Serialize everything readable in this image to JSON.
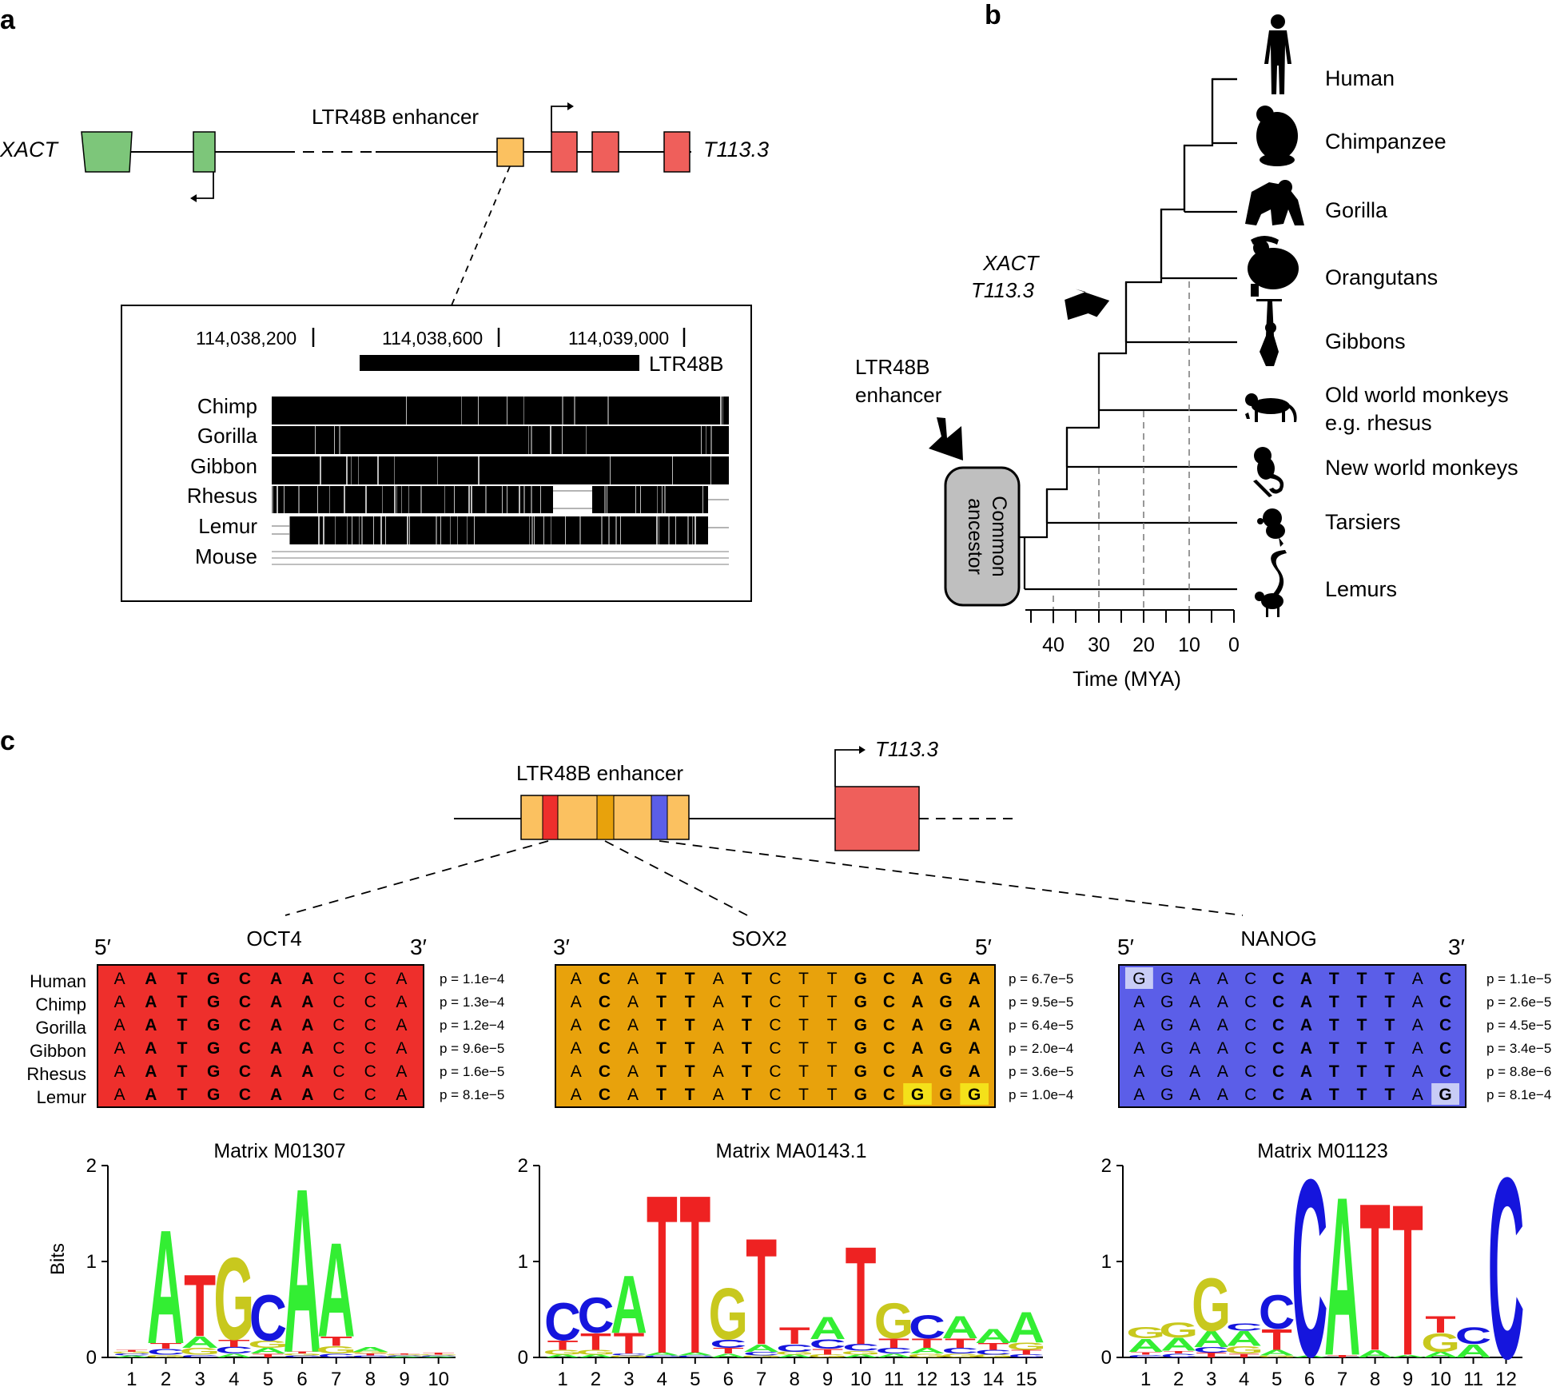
{
  "panel_a": {
    "label": "a",
    "gene_left": "XACT",
    "gene_right": "T113.3",
    "enhancer_label": "LTR48B enhancer",
    "coords": [
      "114,038,200",
      "114,038,600",
      "114,039,000"
    ],
    "ltr_label": "LTR48B",
    "species": [
      "Chimp",
      "Gorilla",
      "Gibbon",
      "Rhesus",
      "Lemur",
      "Mouse"
    ]
  },
  "panel_b": {
    "label": "b",
    "taxa": [
      "Human",
      "Chimpanzee",
      "Gorilla",
      "Orangutans",
      "Gibbons",
      "Old world monkeys",
      "e.g. rhesus",
      "New world monkeys",
      "Tarsiers",
      "Lemurs"
    ],
    "arrow1": [
      "XACT",
      "T113.3"
    ],
    "arrow2": [
      "LTR48B",
      "enhancer"
    ],
    "ancestor": [
      "Common",
      "ancestor"
    ],
    "axis_ticks": [
      "40",
      "30",
      "20",
      "10",
      "0"
    ],
    "axis_title": "Time (MYA)"
  },
  "panel_c": {
    "label": "c",
    "enhancer_label": "LTR48B enhancer",
    "gene": "T113.3",
    "species": [
      "Human",
      "Chimp",
      "Gorilla",
      "Gibbon",
      "Rhesus",
      "Lemur"
    ],
    "motifs": [
      {
        "name": "OCT4",
        "left_end": "5′",
        "right_end": "3′",
        "color": "#ee2f2c",
        "rows": [
          "AATGCAACCA",
          "AATGCAACCA",
          "AATGCAACCA",
          "AATGCAACCA",
          "AATGCAACCA",
          "AATGCAACCA"
        ],
        "bold": [
          1,
          2,
          3,
          4,
          5,
          6
        ],
        "pvalues": [
          "p = 1.1e−4",
          "p = 1.3e−4",
          "p = 1.2e−4",
          "p = 9.6e−5",
          "p = 1.6e−5",
          "p = 8.1e−5"
        ],
        "matrix": "Matrix M01307"
      },
      {
        "name": "SOX2",
        "left_end": "3′",
        "right_end": "5′",
        "color": "#e8a20c",
        "rows": [
          "ACATTATCTTGCAGA",
          "ACATTATCTTGCAGA",
          "ACATTATCTTGCAGA",
          "ACATTATCTTGCAGA",
          "ACATTATCTTGCAGA",
          "ACATTATCTTGCGGG"
        ],
        "bold": [
          1,
          3,
          4,
          6,
          10,
          11,
          12,
          13,
          14
        ],
        "pvalues": [
          "p = 6.7e−5",
          "p = 9.5e−5",
          "p = 6.4e−5",
          "p = 2.0e−4",
          "p = 3.6e−5",
          "p = 1.0e−4"
        ],
        "matrix": "Matrix MA0143.1"
      },
      {
        "name": "NANOG",
        "left_end": "5′",
        "right_end": "3′",
        "color": "#5b5ee8",
        "rows": [
          "GGAACCATTTAC",
          "AGAACCATTTAC",
          "AGAACCATTTAC",
          "AGAACCATTTAC",
          "AGAACCATTTAC",
          "AGAACCATTTAG"
        ],
        "bold": [
          5,
          6,
          7,
          8,
          9,
          11
        ],
        "pvalues": [
          "p = 1.1e−5",
          "p = 2.6e−5",
          "p = 4.5e−5",
          "p = 3.4e−5",
          "p = 8.8e−6",
          "p = 8.1e−4"
        ],
        "matrix": "Matrix M01123"
      }
    ],
    "logo_ylabel": "Bits",
    "logo_yticks": [
      "0",
      "1",
      "2"
    ]
  },
  "colors": {
    "xact_exon": "#7dc67a",
    "enhancer": "#fbc160",
    "t113_exon": "#ef5f5b",
    "ancestor_box": "#bfbfbf",
    "logo_A": "#33ee33",
    "logo_C": "#1515dd",
    "logo_G": "#c8c81e",
    "logo_T": "#ee2222",
    "mismatch_sox2": "#f4e11a",
    "mismatch_nanog": "#c8ccf6"
  },
  "chart_data": [
    {
      "type": "bar",
      "title": "Matrix M01307",
      "ylabel": "Bits",
      "ylim": [
        0,
        2
      ],
      "categories": [
        "1",
        "2",
        "3",
        "4",
        "5",
        "6",
        "7",
        "8",
        "9",
        "10"
      ],
      "stacks": [
        [
          [
            "A",
            0.02
          ],
          [
            "C",
            0.02
          ],
          [
            "G",
            0.02
          ],
          [
            "T",
            0.02
          ]
        ],
        [
          [
            "G",
            0.03
          ],
          [
            "C",
            0.06
          ],
          [
            "T",
            0.06
          ],
          [
            "A",
            1.22
          ]
        ],
        [
          [
            "C",
            0.03
          ],
          [
            "G",
            0.07
          ],
          [
            "A",
            0.12
          ],
          [
            "T",
            0.66
          ]
        ],
        [
          [
            "A",
            0.04
          ],
          [
            "C",
            0.07
          ],
          [
            "T",
            0.08
          ],
          [
            "G",
            0.88
          ]
        ],
        [
          [
            "T",
            0.04
          ],
          [
            "A",
            0.06
          ],
          [
            "G",
            0.08
          ],
          [
            "C",
            0.49
          ]
        ],
        [
          [
            "C",
            0.02
          ],
          [
            "G",
            0.02
          ],
          [
            "T",
            0.02
          ],
          [
            "A",
            1.76
          ]
        ],
        [
          [
            "C",
            0.04
          ],
          [
            "G",
            0.08
          ],
          [
            "T",
            0.1
          ],
          [
            "A",
            1.01
          ]
        ],
        [
          [
            "C",
            0.02
          ],
          [
            "T",
            0.02
          ],
          [
            "G",
            0.02
          ],
          [
            "A",
            0.05
          ]
        ],
        [
          [
            "A",
            0.01
          ],
          [
            "C",
            0.01
          ],
          [
            "G",
            0.01
          ],
          [
            "T",
            0.01
          ]
        ],
        [
          [
            "A",
            0.01
          ],
          [
            "C",
            0.01
          ],
          [
            "G",
            0.01
          ],
          [
            "T",
            0.02
          ]
        ]
      ]
    },
    {
      "type": "bar",
      "title": "Matrix MA0143.1",
      "ylabel": "Bits",
      "ylim": [
        0,
        2
      ],
      "categories": [
        "1",
        "2",
        "3",
        "4",
        "5",
        "6",
        "7",
        "8",
        "9",
        "10",
        "11",
        "12",
        "13",
        "14",
        "15"
      ],
      "stacks": [
        [
          [
            "A",
            0.03
          ],
          [
            "G",
            0.05
          ],
          [
            "T",
            0.1
          ],
          [
            "C",
            0.4
          ]
        ],
        [
          [
            "A",
            0.03
          ],
          [
            "G",
            0.05
          ],
          [
            "T",
            0.18
          ],
          [
            "C",
            0.38
          ]
        ],
        [
          [
            "G",
            0.02
          ],
          [
            "C",
            0.02
          ],
          [
            "T",
            0.22
          ],
          [
            "A",
            0.62
          ]
        ],
        [
          [
            "C",
            0.02
          ],
          [
            "A",
            0.03
          ],
          [
            "T",
            1.7
          ]
        ],
        [
          [
            "C",
            0.02
          ],
          [
            "A",
            0.03
          ],
          [
            "T",
            1.7
          ]
        ],
        [
          [
            "A",
            0.04
          ],
          [
            "T",
            0.06
          ],
          [
            "C",
            0.09
          ],
          [
            "G",
            0.55
          ]
        ],
        [
          [
            "G",
            0.02
          ],
          [
            "C",
            0.04
          ],
          [
            "A",
            0.08
          ],
          [
            "T",
            1.14
          ]
        ],
        [
          [
            "A",
            0.03
          ],
          [
            "G",
            0.03
          ],
          [
            "C",
            0.08
          ],
          [
            "T",
            0.18
          ]
        ],
        [
          [
            "G",
            0.03
          ],
          [
            "T",
            0.06
          ],
          [
            "C",
            0.1
          ],
          [
            "A",
            0.24
          ]
        ],
        [
          [
            "A",
            0.03
          ],
          [
            "G",
            0.04
          ],
          [
            "C",
            0.07
          ],
          [
            "T",
            1.05
          ]
        ],
        [
          [
            "A",
            0.04
          ],
          [
            "C",
            0.06
          ],
          [
            "T",
            0.1
          ],
          [
            "G",
            0.38
          ]
        ],
        [
          [
            "G",
            0.04
          ],
          [
            "A",
            0.06
          ],
          [
            "T",
            0.1
          ],
          [
            "C",
            0.25
          ]
        ],
        [
          [
            "G",
            0.04
          ],
          [
            "C",
            0.06
          ],
          [
            "T",
            0.1
          ],
          [
            "A",
            0.24
          ]
        ],
        [
          [
            "G",
            0.03
          ],
          [
            "C",
            0.05
          ],
          [
            "T",
            0.07
          ],
          [
            "A",
            0.15
          ]
        ],
        [
          [
            "C",
            0.03
          ],
          [
            "T",
            0.05
          ],
          [
            "G",
            0.08
          ],
          [
            "A",
            0.33
          ]
        ]
      ]
    },
    {
      "type": "bar",
      "title": "Matrix M01123",
      "ylabel": "Bits",
      "ylim": [
        0,
        2
      ],
      "categories": [
        "1",
        "2",
        "3",
        "4",
        "5",
        "6",
        "7",
        "8",
        "9",
        "10",
        "11",
        "12"
      ],
      "stacks": [
        [
          [
            "C",
            0.03
          ],
          [
            "T",
            0.03
          ],
          [
            "A",
            0.14
          ],
          [
            "G",
            0.12
          ]
        ],
        [
          [
            "C",
            0.04
          ],
          [
            "T",
            0.03
          ],
          [
            "A",
            0.14
          ],
          [
            "G",
            0.16
          ]
        ],
        [
          [
            "T",
            0.05
          ],
          [
            "C",
            0.06
          ],
          [
            "A",
            0.17
          ],
          [
            "G",
            0.57
          ]
        ],
        [
          [
            "T",
            0.04
          ],
          [
            "G",
            0.08
          ],
          [
            "A",
            0.16
          ],
          [
            "C",
            0.08
          ]
        ],
        [
          [
            "G",
            0.02
          ],
          [
            "A",
            0.06
          ],
          [
            "T",
            0.22
          ],
          [
            "C",
            0.36
          ]
        ],
        [
          [
            "A",
            0.02
          ],
          [
            "C",
            1.9
          ]
        ],
        [
          [
            "T",
            0.03
          ],
          [
            "A",
            1.7
          ]
        ],
        [
          [
            "A",
            0.08
          ],
          [
            "T",
            1.58
          ]
        ],
        [
          [
            "A",
            0.03
          ],
          [
            "T",
            1.62
          ]
        ],
        [
          [
            "A",
            0.06
          ],
          [
            "G",
            0.2
          ],
          [
            "T",
            0.18
          ]
        ],
        [
          [
            "A",
            0.14
          ],
          [
            "C",
            0.18
          ]
        ],
        [
          [
            "C",
            1.94
          ]
        ]
      ]
    }
  ]
}
